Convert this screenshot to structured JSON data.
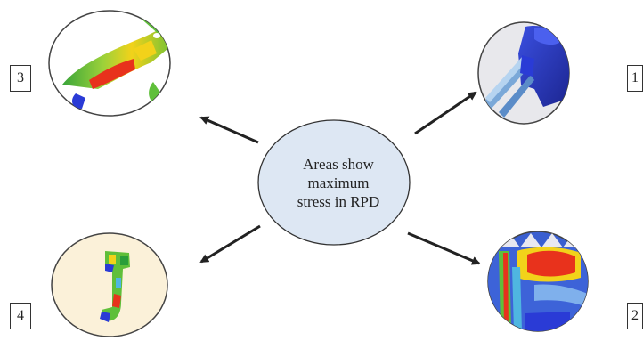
{
  "center_node": {
    "lines": [
      "Areas show",
      "maximum",
      "stress in RPD"
    ],
    "fill": "#dde7f3"
  },
  "panels": [
    {
      "id": "1",
      "label": "1",
      "icon": "rpd-clasp-stress-plot-blue-icon"
    },
    {
      "id": "2",
      "label": "2",
      "icon": "rpd-framework-stress-plot-red-icon"
    },
    {
      "id": "3",
      "label": "3",
      "icon": "rpd-major-connector-stress-plot-icon"
    },
    {
      "id": "4",
      "label": "4",
      "icon": "rpd-clasp-arm-stress-plot-icon"
    }
  ],
  "colors": {
    "arrow": "#222222",
    "stress_high": "#e8321c",
    "stress_mid": "#f2d21a",
    "stress_low": "#5fbf3a",
    "stress_min": "#2a3bd6"
  }
}
